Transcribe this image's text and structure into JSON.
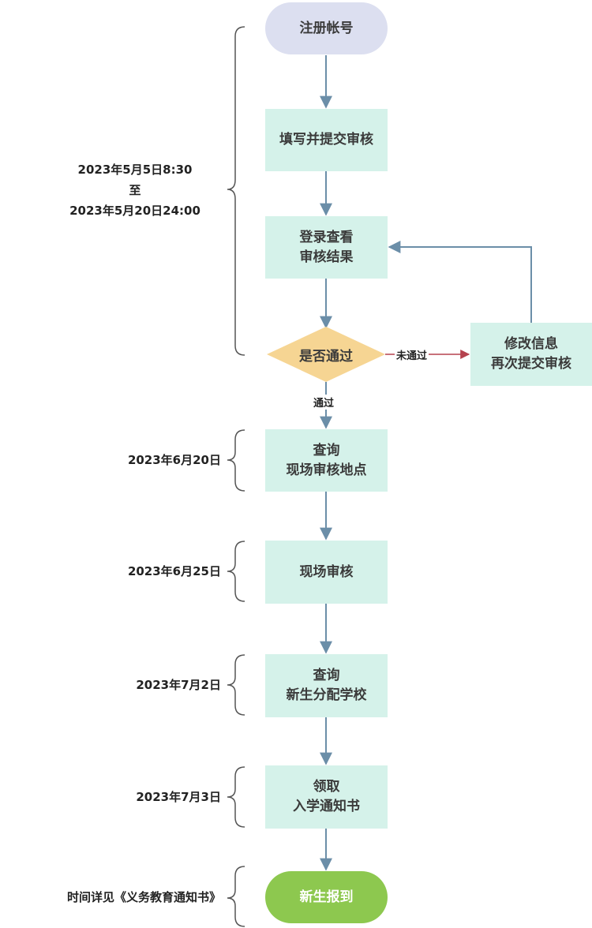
{
  "nodes": {
    "register": "注册帐号",
    "fill_submit": "填写并提交审核",
    "login_check": "登录查看\n审核结果",
    "decision": "是否通过",
    "modify": "修改信息\n再次提交审核",
    "query_site": "查询\n现场审核地点",
    "onsite_review": "现场审核",
    "query_school": "查询\n新生分配学校",
    "get_notice": "领取\n入学通知书",
    "report": "新生报到"
  },
  "edge_labels": {
    "not_passed": "未通过",
    "passed": "通过"
  },
  "time_labels": {
    "phase1": "2023年5月5日8:30\n至\n2023年5月20日24:00",
    "phase2": "2023年6月20日",
    "phase3": "2023年6月25日",
    "phase4": "2023年7月2日",
    "phase5": "2023年7月3日",
    "phase6": "时间详见《义务教育通知书》"
  },
  "colors": {
    "box_fill": "#d5f2ea",
    "start_fill": "#dcdff0",
    "end_fill": "#8dc84f",
    "diamond_fill": "#f6d593",
    "arrow": "#6b8ea8",
    "reject_arrow": "#b5424e",
    "bracket": "#555555"
  }
}
